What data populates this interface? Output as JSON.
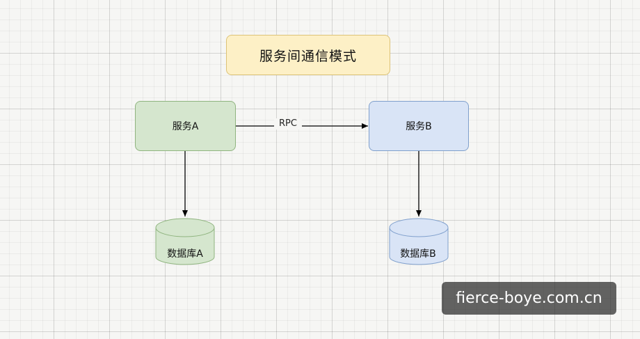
{
  "diagram": {
    "title": "服务间通信模式",
    "nodes": {
      "service_a": "服务A",
      "service_b": "服务B",
      "database_a": "数据库A",
      "database_b": "数据库B"
    },
    "edges": [
      {
        "from": "服务A",
        "to": "服务B",
        "label": "RPC"
      },
      {
        "from": "服务A",
        "to": "数据库A",
        "label": ""
      },
      {
        "from": "服务B",
        "to": "数据库B",
        "label": ""
      }
    ]
  },
  "watermark": {
    "text": "fierce-boye.com.cn"
  },
  "colors": {
    "title_fill": "#fdf0c6",
    "service_a_fill": "#d5e6ce",
    "service_b_fill": "#d9e4f6",
    "database_a_fill": "#d5e6ce",
    "database_b_fill": "#d9e4f6",
    "edge_color": "#000000"
  }
}
